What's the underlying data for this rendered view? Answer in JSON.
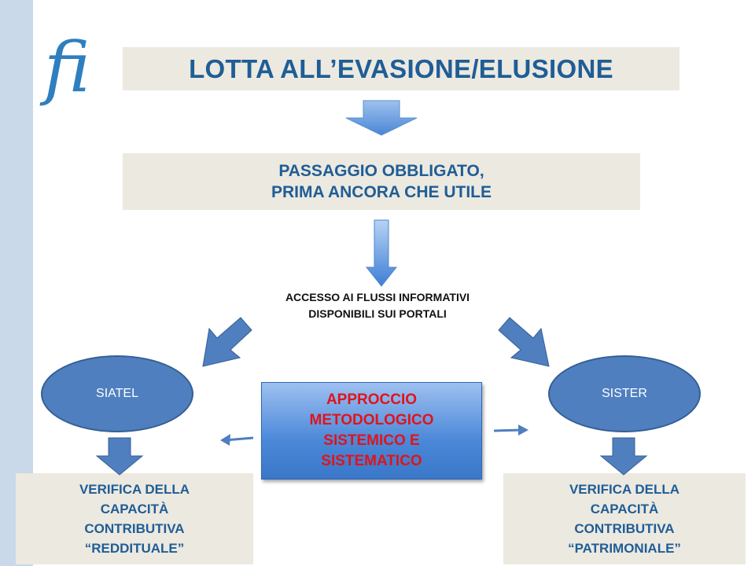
{
  "logo": {
    "text": "fi"
  },
  "title": "LOTTA ALL’EVASIONE/ELUSIONE",
  "passaggio": {
    "line1": "PASSAGGIO OBBLIGATO,",
    "line2": "PRIMA ANCORA CHE UTILE"
  },
  "accesso": {
    "line1": "ACCESSO AI FLUSSI INFORMATIVI",
    "line2": "DISPONIBILI SUI PORTALI"
  },
  "portals": {
    "left": "SIATEL",
    "right": "SISTER"
  },
  "approccio": {
    "line1": "APPROCCIO",
    "line2": "METODOLOGICO",
    "line3": "SISTEMICO E",
    "line4": "SISTEMATICO"
  },
  "verifica_left": {
    "line1": "VERIFICA DELLA",
    "line2": "CAPACITÀ",
    "line3": "CONTRIBUTIVA",
    "line4": "“REDDITUALE”"
  },
  "verifica_right": {
    "line1": "VERIFICA DELLA",
    "line2": "CAPACITÀ",
    "line3": "CONTRIBUTIVA",
    "line4": "“PATRIMONIALE”"
  },
  "colors": {
    "box_text": "#1f5d96",
    "box_bg": "#ece9e0",
    "ellipse": "#4f7fbf",
    "accent_red": "#e0141a",
    "sidebar": "#c9d9ea"
  }
}
